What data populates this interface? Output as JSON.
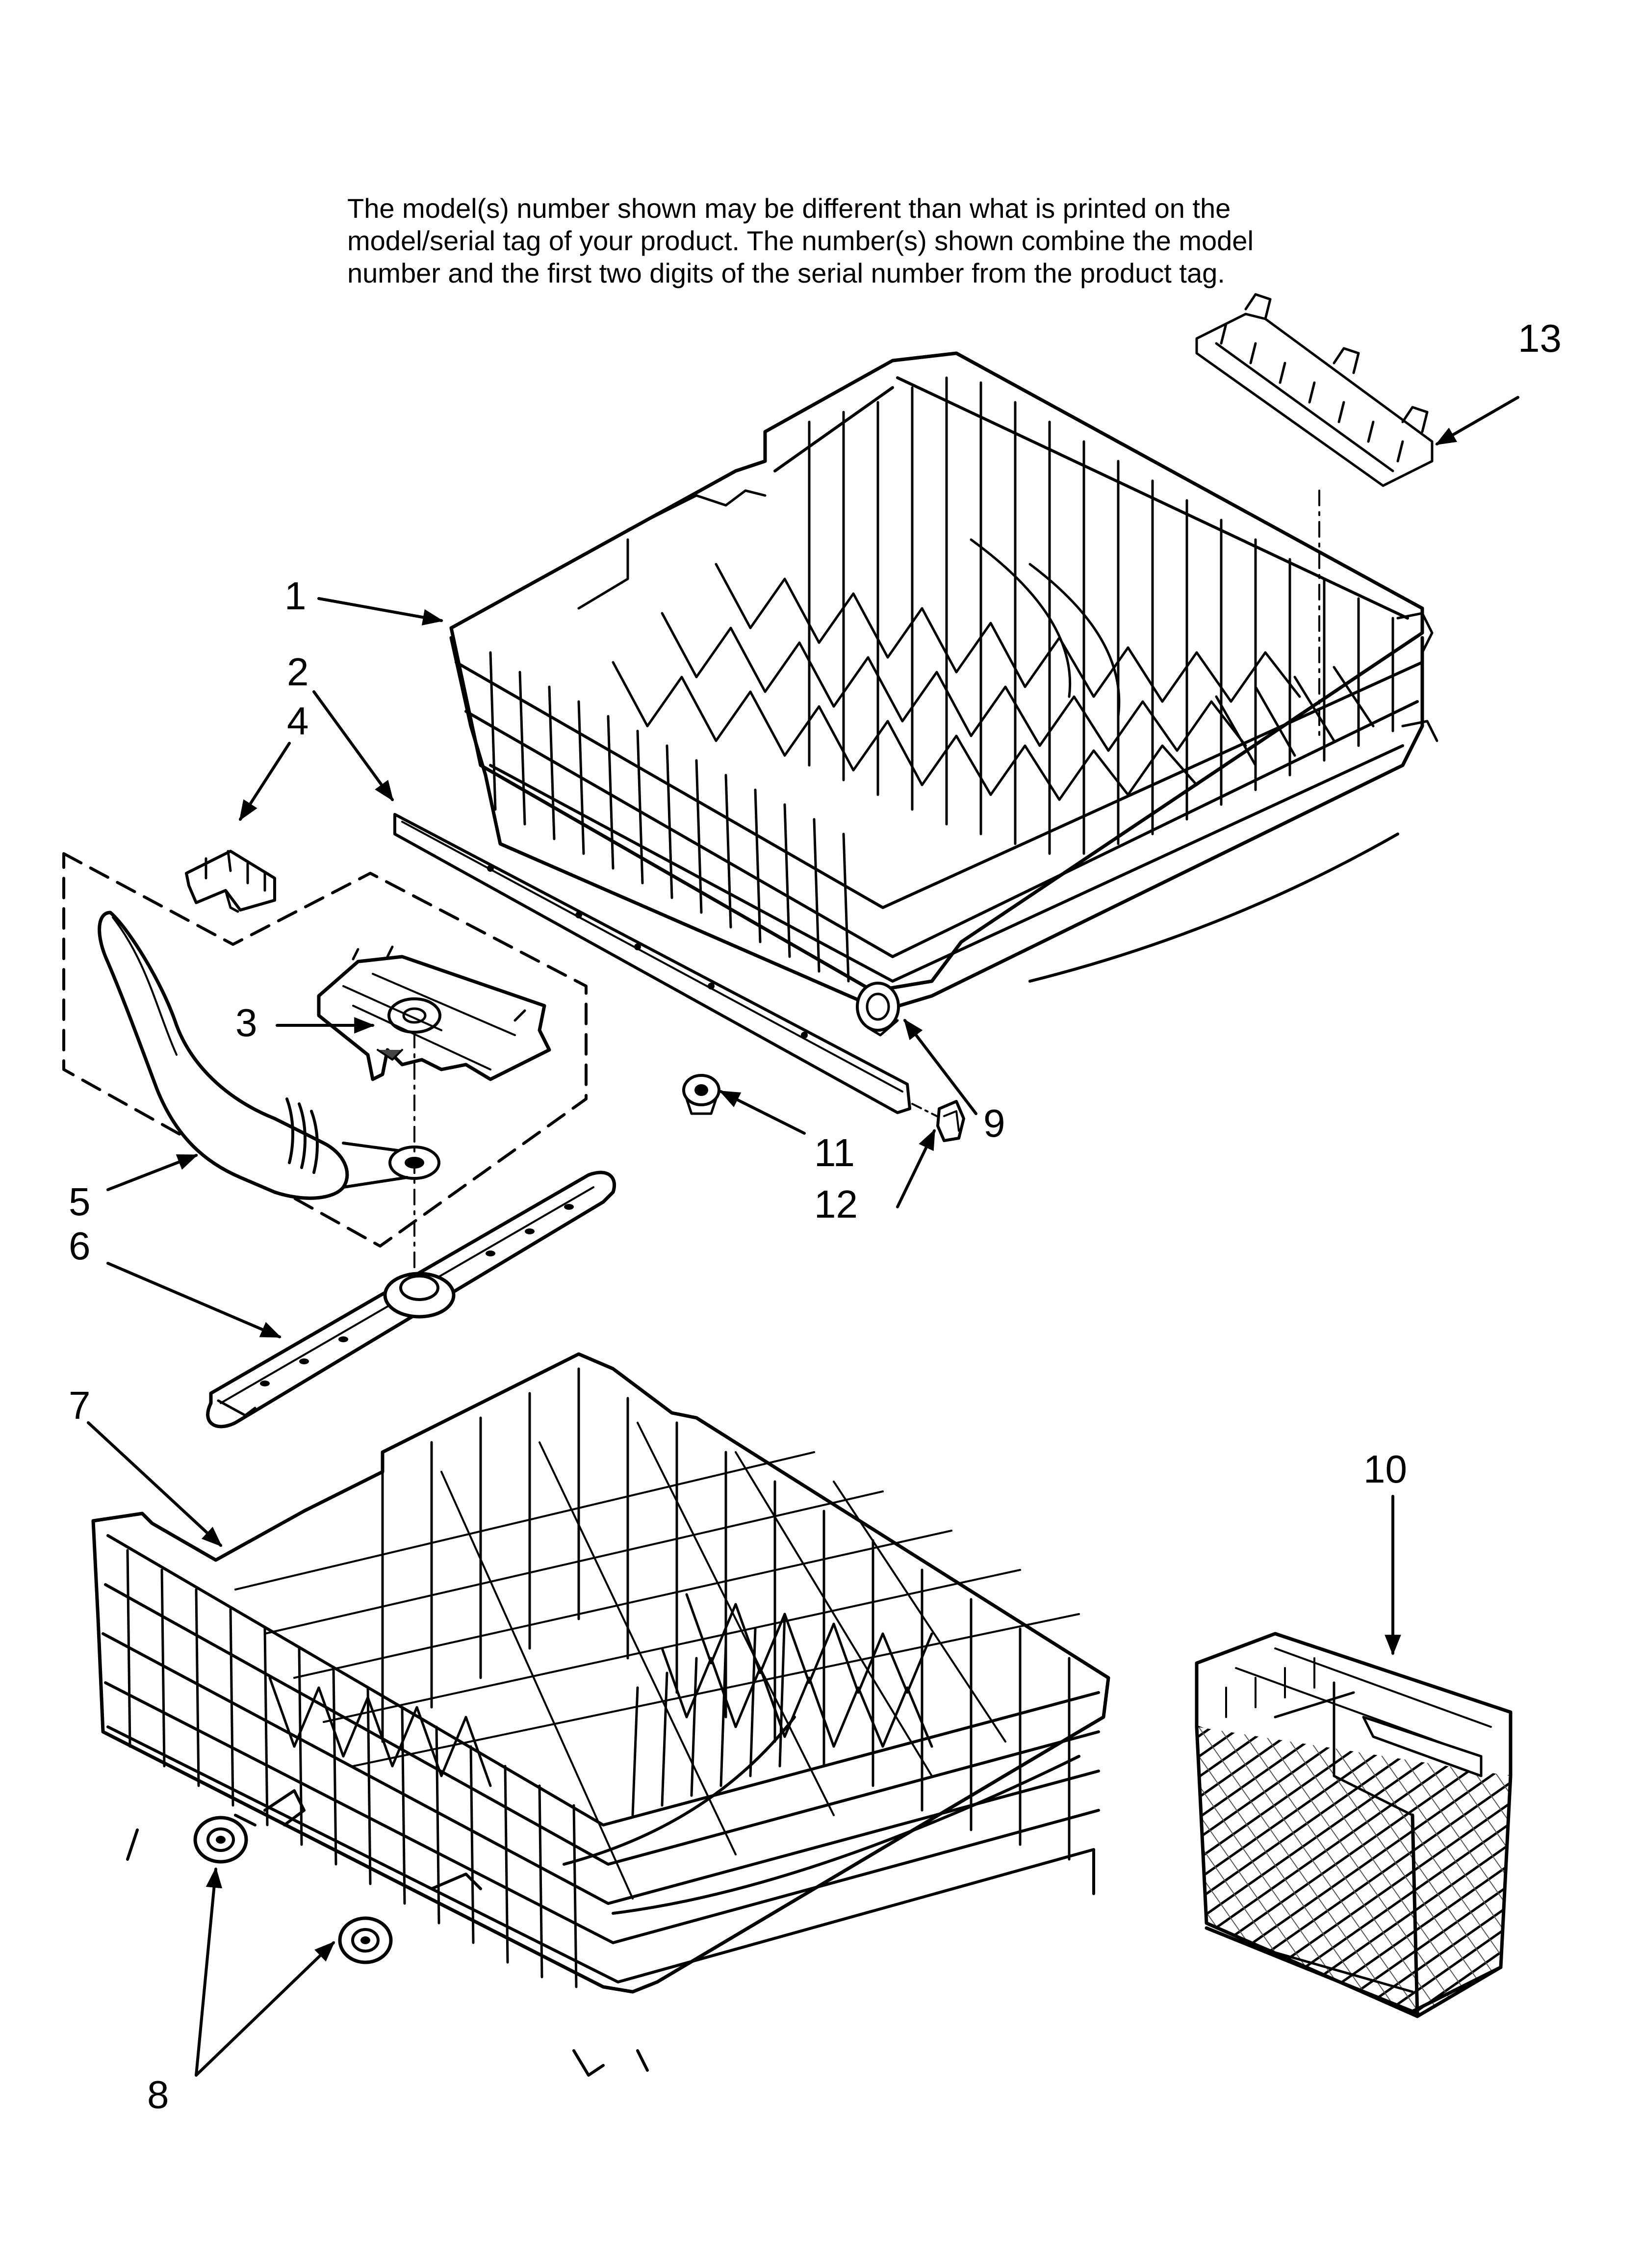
{
  "notice": {
    "lines": [
      "The model(s) number shown may be different than what is printed on the",
      "model/serial tag of your product. The number(s) shown combine the model",
      "number and the first two digits of the serial number from the product tag."
    ]
  },
  "callouts": [
    "1",
    "2",
    "3",
    "4",
    "5",
    "6",
    "7",
    "8",
    "9",
    "10",
    "11",
    "12",
    "13"
  ],
  "colors": {
    "ink": "#000000",
    "paper": "#ffffff",
    "shade": "#bfbfbf"
  }
}
